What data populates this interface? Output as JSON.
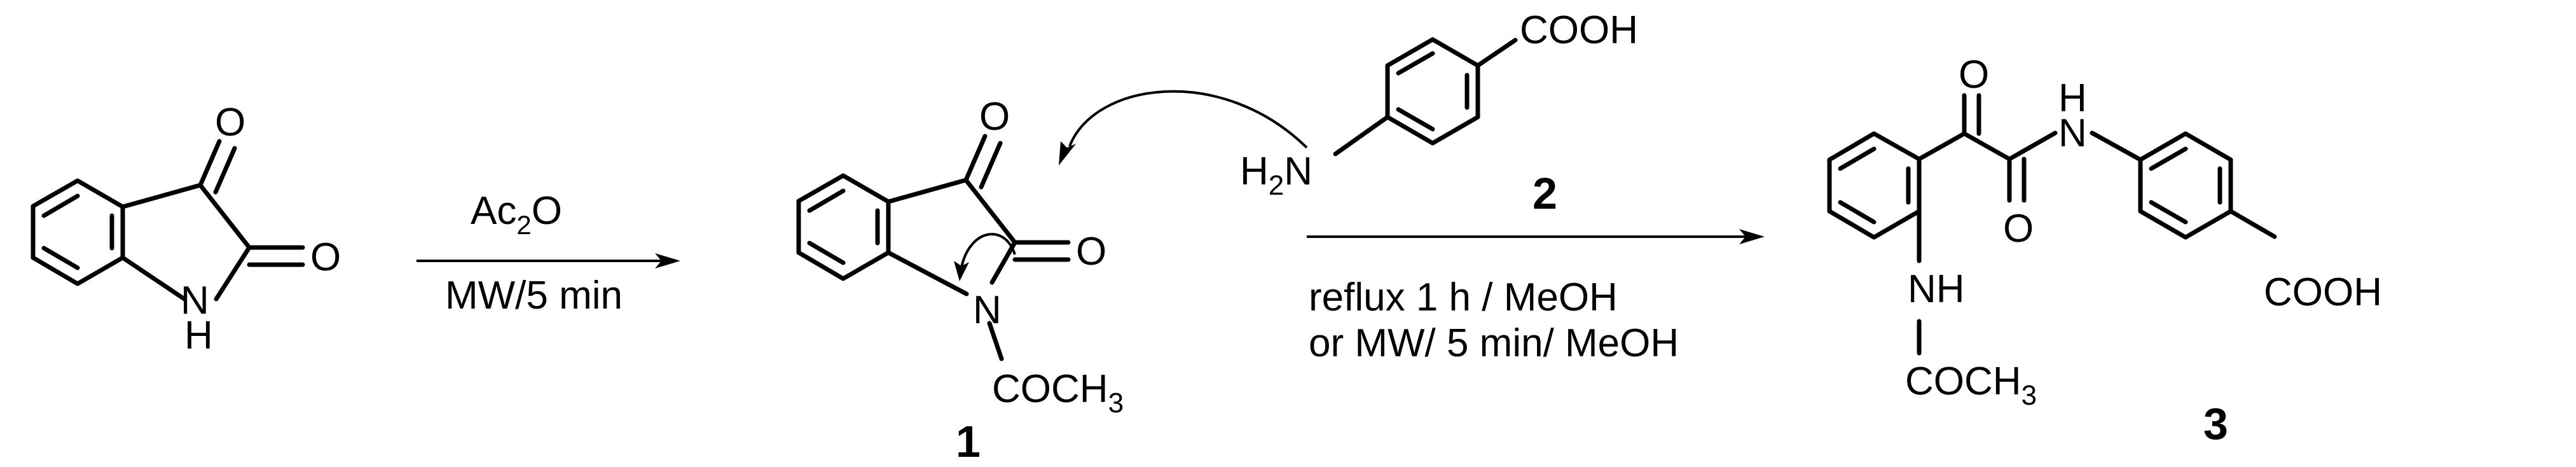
{
  "atoms": {
    "isatin_o3": "O",
    "isatin_o2": "O",
    "isatin_nh_n": "N",
    "isatin_nh_h": "H",
    "c1_o3": "O",
    "c1_o2": "O",
    "c1_n": "N",
    "c1_acetyl": "COCH",
    "c1_acetyl_sub": "3",
    "c2_cooh": "COOH",
    "c2_h": "H",
    "c2_h_sub": "2",
    "c2_n": "N",
    "c3_ketone_o": "O",
    "c3_amide_o": "O",
    "c3_nh_h": "H",
    "c3_nh_n": "N",
    "c3_nh2": "NH",
    "c3_acetyl": "COCH",
    "c3_acetyl_sub": "3",
    "c3_cooh": "COOH"
  },
  "conditions": {
    "step1_reagent": "Ac",
    "step1_reagent_sub": "2",
    "step1_reagent_tail": "O",
    "step1_cond": "MW/5 min",
    "step2_line1": "reflux 1 h  / MeOH",
    "step2_line2": "or MW/ 5 min/ MeOH"
  },
  "labels": {
    "compound1": "1",
    "compound2": "2",
    "compound3": "3"
  }
}
